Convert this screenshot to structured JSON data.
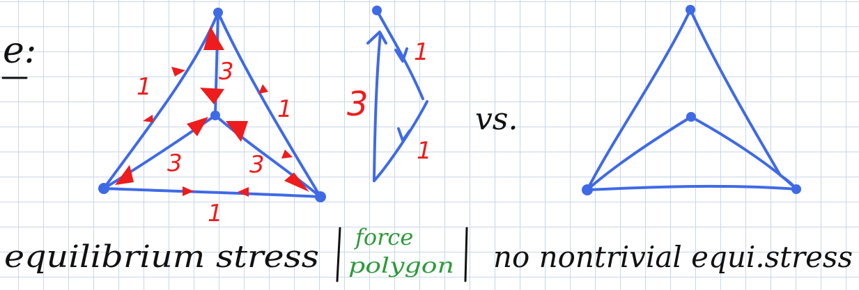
{
  "heading_fragment": "e:",
  "left_figure": {
    "stress_labels": [
      "1",
      "3",
      "1",
      "3",
      "3",
      "1"
    ]
  },
  "force_polygon": {
    "edge_labels": [
      "1",
      "3",
      "1"
    ]
  },
  "versus_label": "vs.",
  "captions": {
    "left": "equilibrium stress",
    "middle_line1": "force",
    "middle_line2": "polygon",
    "right": "no nontrivial equi.stress"
  },
  "colors": {
    "grid": "#c9d6e6",
    "framework": "#3f6ae6",
    "stress": "#ee1c1c",
    "caption": "#111111",
    "force_polygon_caption": "#2e9a3a"
  }
}
